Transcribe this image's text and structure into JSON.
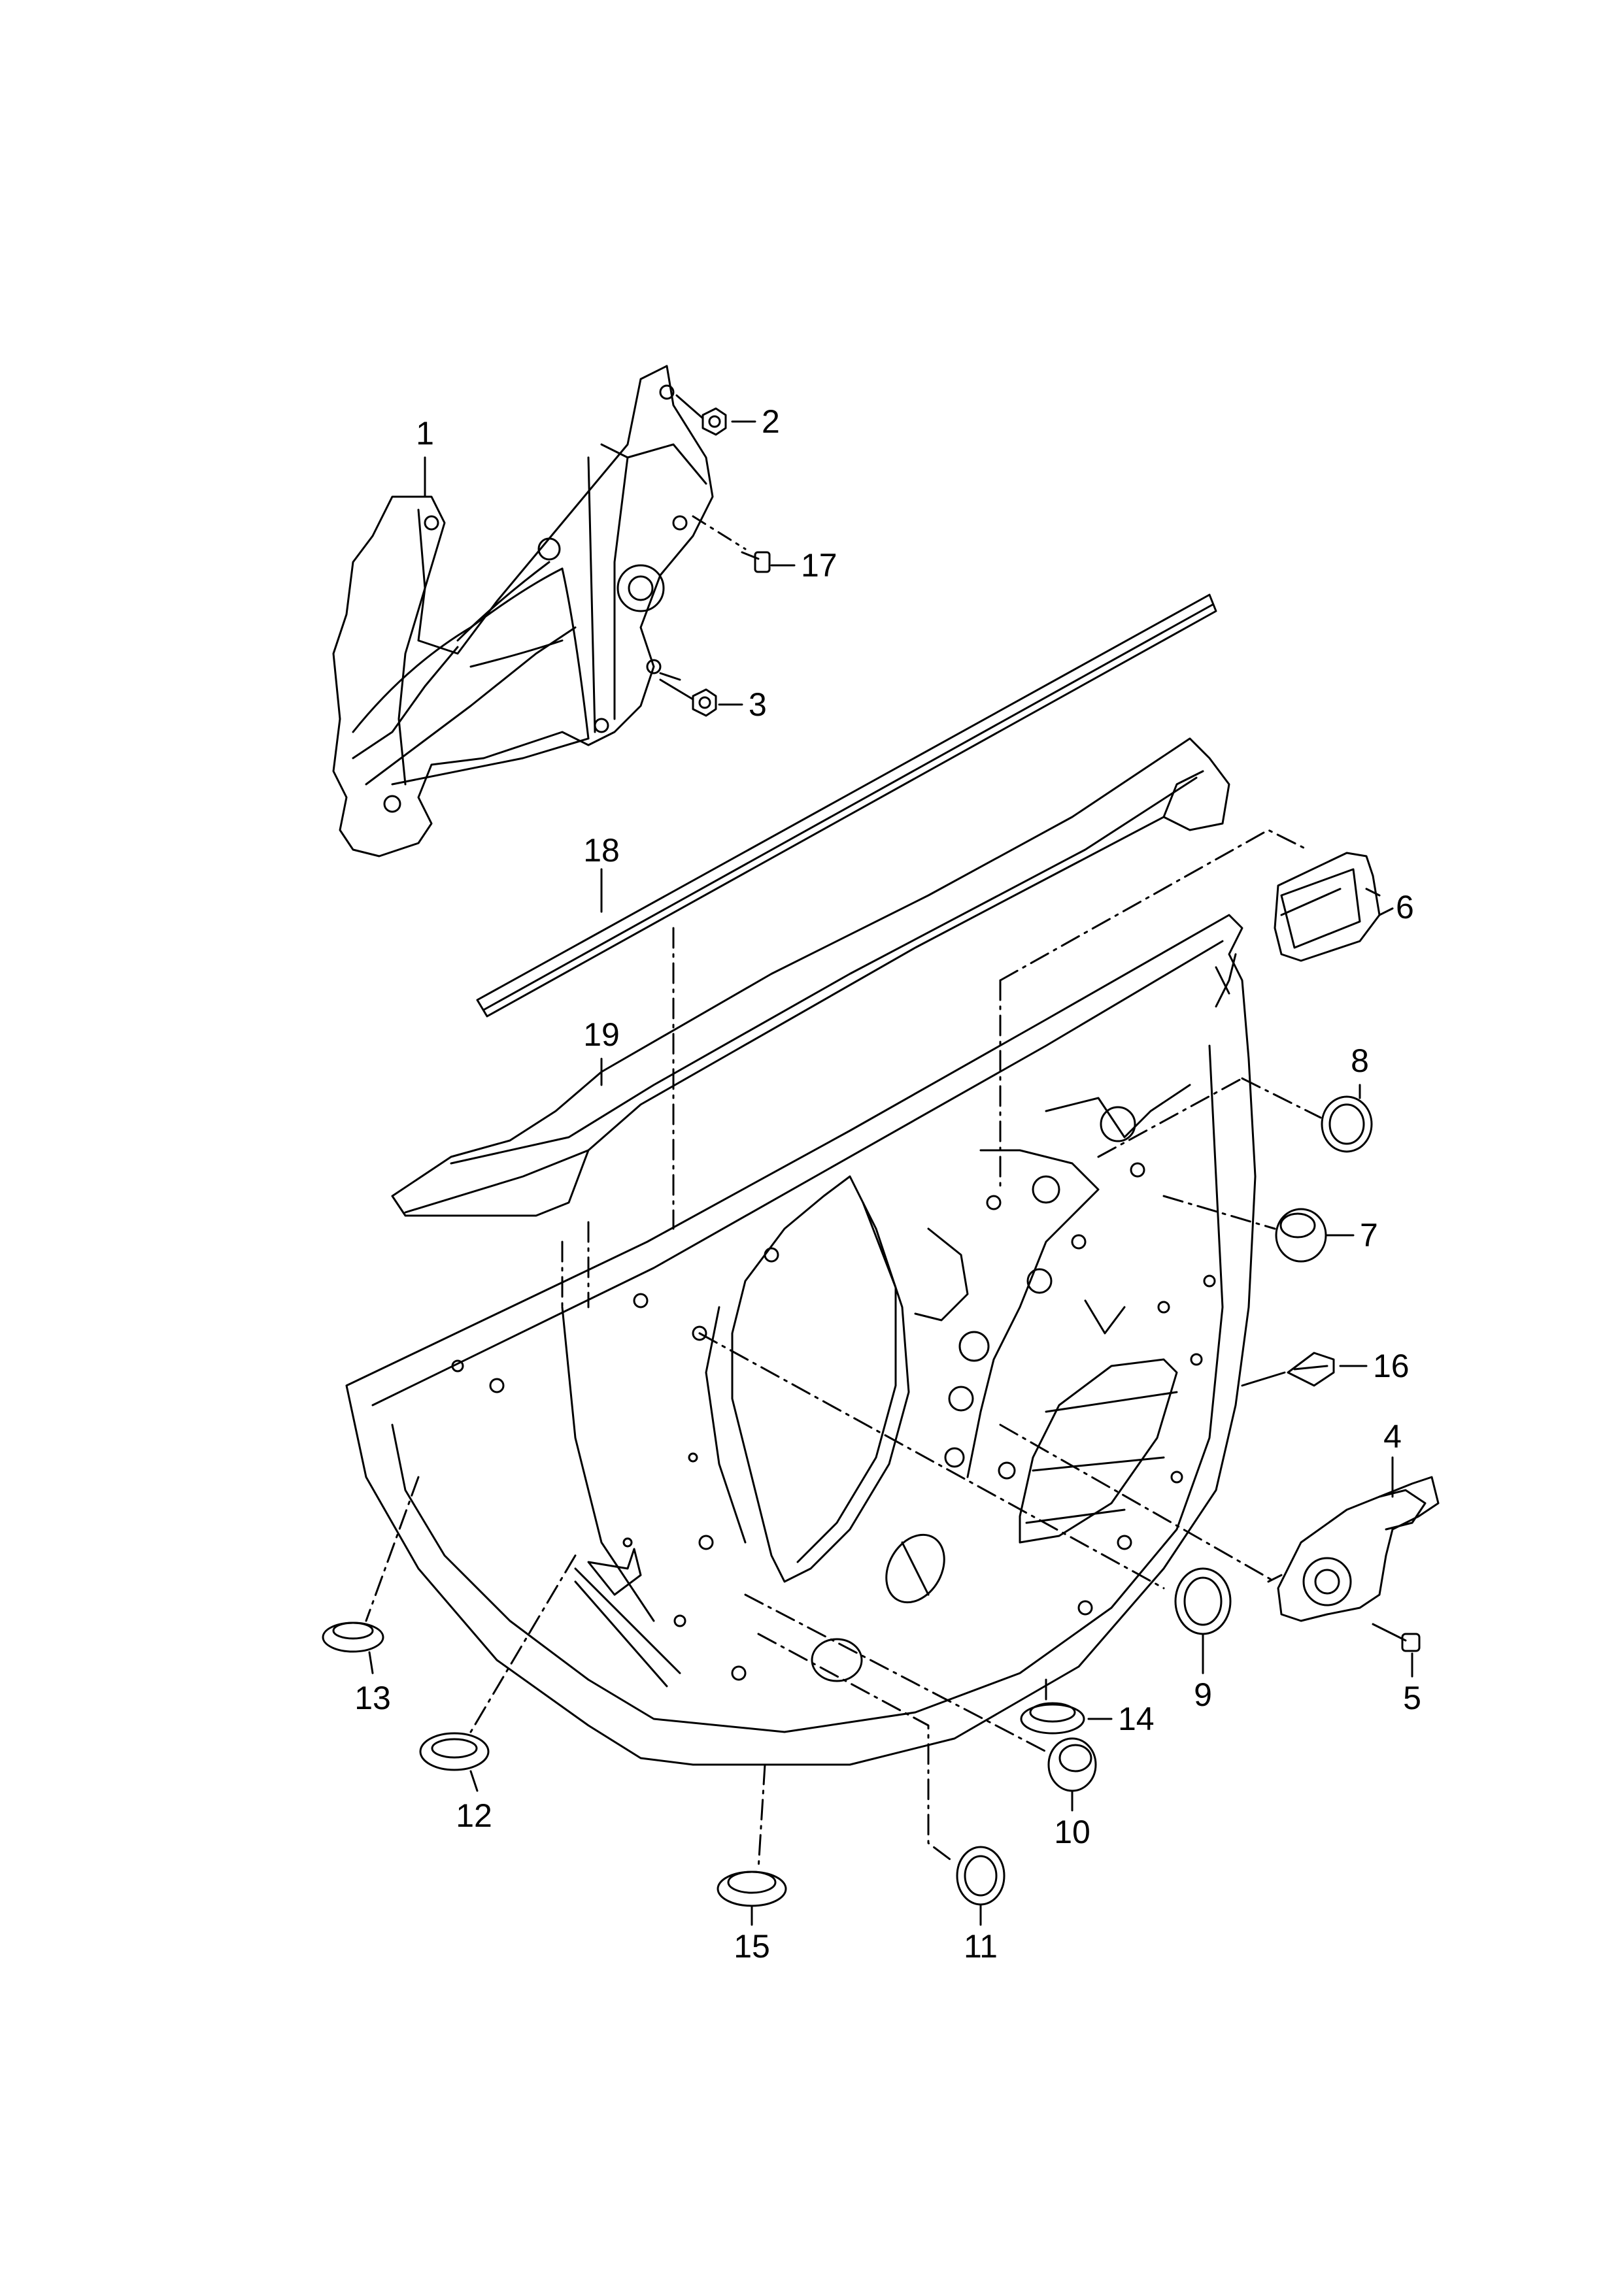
{
  "diagram": {
    "callouts": [
      {
        "id": "c1",
        "label": "1"
      },
      {
        "id": "c2",
        "label": "2"
      },
      {
        "id": "c3",
        "label": "3"
      },
      {
        "id": "c4",
        "label": "4"
      },
      {
        "id": "c5",
        "label": "5"
      },
      {
        "id": "c6",
        "label": "6"
      },
      {
        "id": "c7",
        "label": "7"
      },
      {
        "id": "c8",
        "label": "8"
      },
      {
        "id": "c9",
        "label": "9"
      },
      {
        "id": "c10",
        "label": "10"
      },
      {
        "id": "c11",
        "label": "11"
      },
      {
        "id": "c12",
        "label": "12"
      },
      {
        "id": "c13",
        "label": "13"
      },
      {
        "id": "c14",
        "label": "14"
      },
      {
        "id": "c15",
        "label": "15"
      },
      {
        "id": "c16",
        "label": "16"
      },
      {
        "id": "c17",
        "label": "17"
      },
      {
        "id": "c18",
        "label": "18"
      },
      {
        "id": "c19",
        "label": "19"
      }
    ]
  },
  "colors": {
    "line": "#000000",
    "background": "#ffffff"
  }
}
